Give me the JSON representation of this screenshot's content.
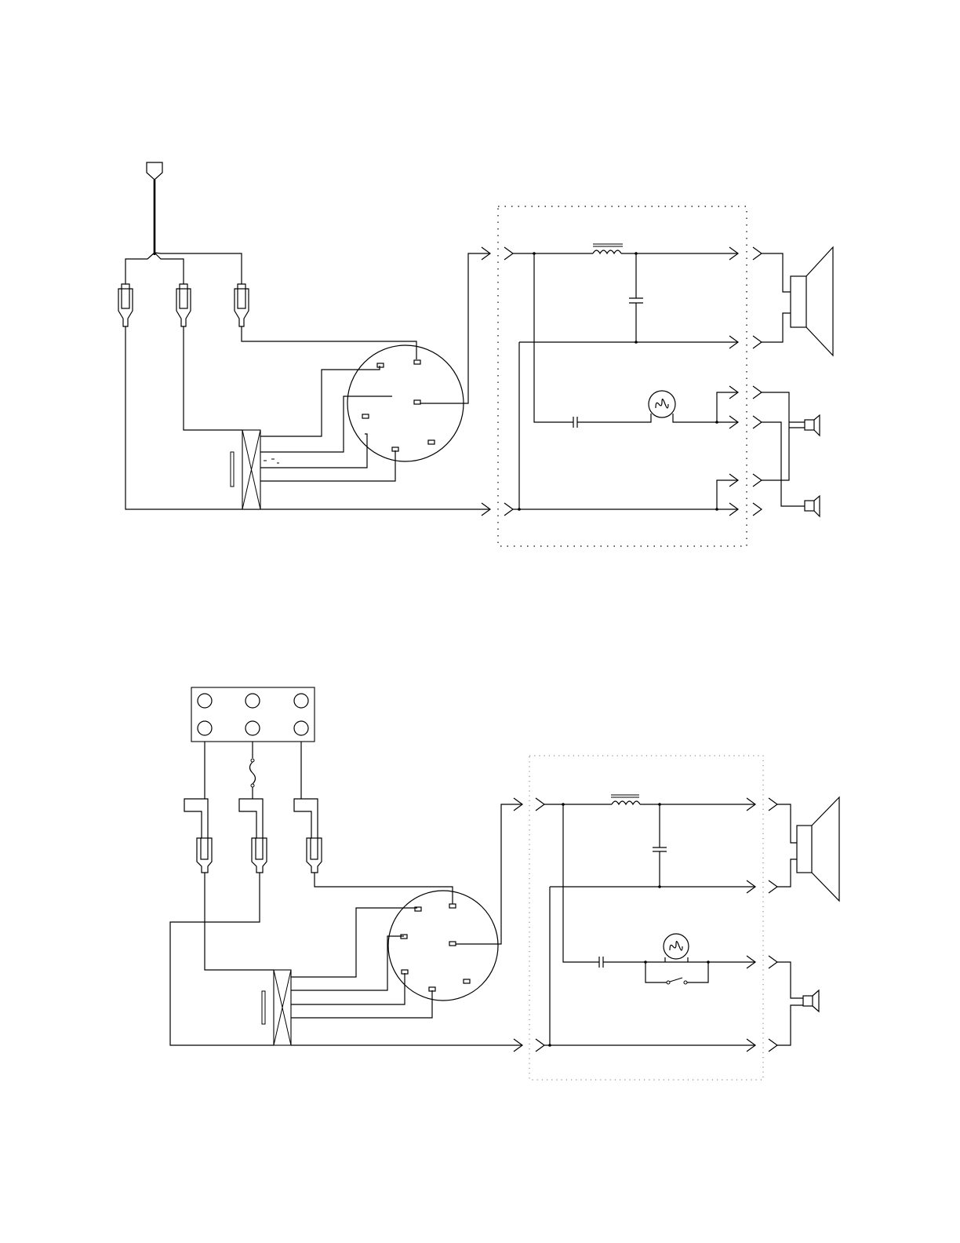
{
  "figure": {
    "background": "#ffffff",
    "line_color": "#000000",
    "diagrams": [
      {
        "id": "top-schematic",
        "components": [
          "power-plug",
          "three-rca-connectors",
          "terminal-block",
          "round-selector-switch",
          "crossover-network-dotted-enclosure",
          "inductor",
          "capacitor",
          "lamp",
          "woofer",
          "two-tweeters"
        ]
      },
      {
        "id": "bottom-schematic",
        "components": [
          "six-terminal-panel",
          "fuse",
          "three-connectors",
          "terminal-block",
          "round-selector-switch",
          "crossover-network-dotted-enclosure",
          "inductor",
          "capacitor",
          "lamp",
          "switch",
          "woofer",
          "tweeter"
        ]
      }
    ]
  }
}
